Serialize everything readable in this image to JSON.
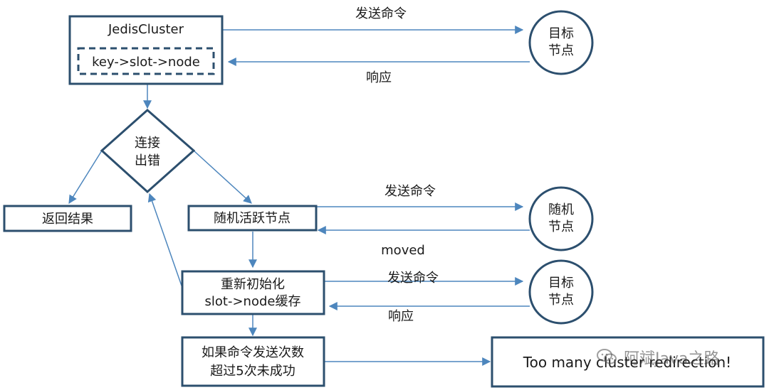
{
  "nodes": {
    "jedis_cluster": "JedisCluster",
    "key_slot_node": "key->slot->node",
    "target_node_1": [
      "目标",
      "节点"
    ],
    "connection_error": [
      "连接",
      "出错"
    ],
    "return_result": "返回结果",
    "random_active_node": "随机活跃节点",
    "random_node": [
      "随机",
      "节点"
    ],
    "reinit_cache": [
      "重新初始化",
      "slot->node缓存"
    ],
    "target_node_2": [
      "目标",
      "节点"
    ],
    "retry_check": [
      "如果命令发送次数",
      "超过5次未成功"
    ],
    "too_many_redirections": "Too many cluster redirection!"
  },
  "edge_labels": {
    "send_command_1": "发送命令",
    "response_1": "响应",
    "send_command_2": "发送命令",
    "moved": "moved",
    "send_command_3": "发送命令",
    "response_2": "响应"
  },
  "watermark": {
    "text": "阿斌Java之路",
    "icon": "wechat-icon"
  },
  "colors": {
    "box_stroke": "#2c4f6e",
    "arrow": "#4d86bd",
    "text": "#1a1a1a"
  }
}
